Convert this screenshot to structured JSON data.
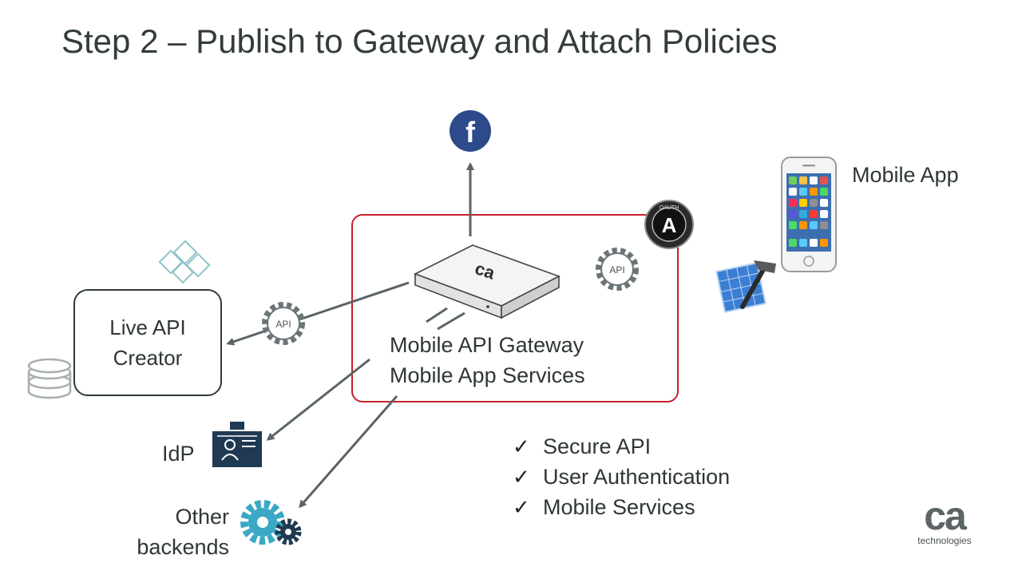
{
  "title": "Step 2 – Publish to Gateway and Attach Policies",
  "live_api_creator": {
    "line1": "Live API",
    "line2": "Creator"
  },
  "gateway": {
    "line1": "Mobile API Gateway",
    "line2": "Mobile App Services"
  },
  "mobile_app_label": "Mobile App",
  "idp_label": "IdP",
  "other_backends": {
    "line1": "Other",
    "line2": "backends"
  },
  "api_badge": "API",
  "checklist": [
    "Secure API",
    "User Authentication",
    "Mobile Services"
  ],
  "oauth_badge": {
    "top_text": "OAUTH",
    "letter": "A"
  },
  "facebook_letter": "f",
  "appliance_brand": "ca",
  "logo": {
    "letters": "ca",
    "sub": "technologies"
  },
  "colors": {
    "gateway_border": "#c8202a",
    "facebook": "#2d4a8a",
    "gear_teal": "#3aa7c4",
    "idp_navy": "#1f3a52"
  }
}
